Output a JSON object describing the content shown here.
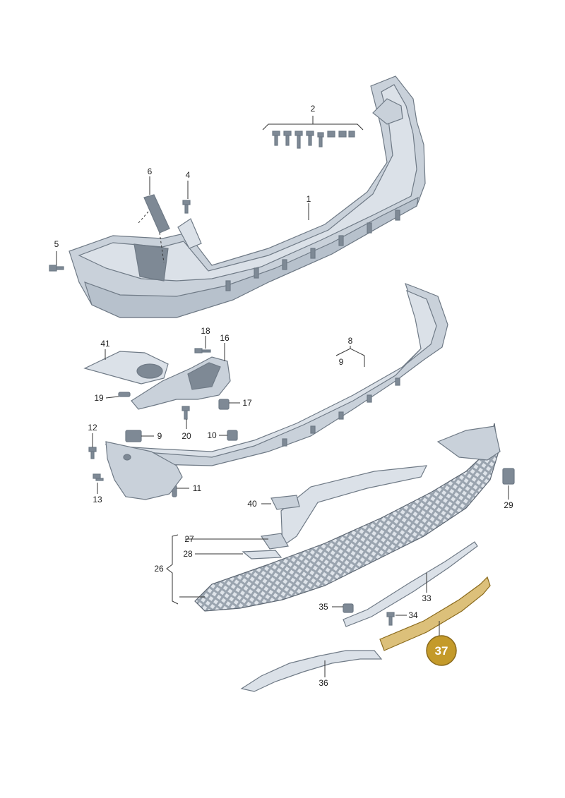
{
  "labels": {
    "p1": "1",
    "p2": "2",
    "p4": "4",
    "p5": "5",
    "p6": "6",
    "p8": "8",
    "p9a": "9",
    "p9b": "9",
    "p10": "10",
    "p11": "11",
    "p12": "12",
    "p13": "13",
    "p16": "16",
    "p17": "17",
    "p18": "18",
    "p19": "19",
    "p20": "20",
    "p26": "26",
    "p27": "27",
    "p28": "28",
    "p29": "29",
    "p33": "33",
    "p34": "34",
    "p35": "35",
    "p36": "36",
    "p37": "37",
    "p40": "40",
    "p41": "41"
  },
  "highlight": {
    "part": "37",
    "color": "#c49a2a"
  },
  "colors": {
    "part_fill": "#c9d1da",
    "outline": "#6f7a86",
    "highlight_fill": "#dcc07a"
  }
}
